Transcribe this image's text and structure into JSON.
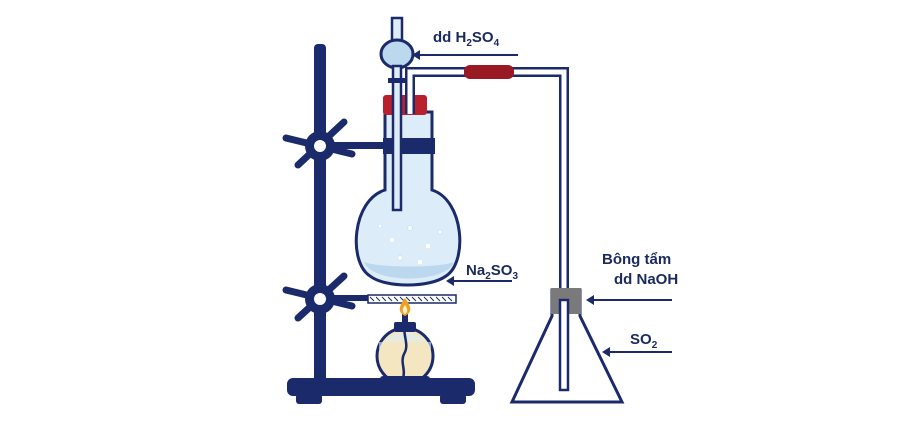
{
  "labels": {
    "h2so4": {
      "prefix": "dd H",
      "sub1": "2",
      "mid": "SO",
      "sub2": "4"
    },
    "na2so3": {
      "prefix": "Na",
      "sub1": "2",
      "mid": "SO",
      "sub2": "3"
    },
    "cotton_line1": "Bông tẩm",
    "cotton_line2": "dd NaOH",
    "so2": {
      "prefix": "SO",
      "sub1": "2"
    }
  },
  "colors": {
    "stand": "#1b2a6b",
    "glass": "#1b2a6b",
    "glass_fill": "#dcecf8",
    "liquid": "#bcd8ef",
    "stopper": "#b8202e",
    "rubber": "#9a1a24",
    "cotton": "#7a7a7a",
    "flame": "#f0a020",
    "lamp_fuel": "#f3e6c0"
  }
}
